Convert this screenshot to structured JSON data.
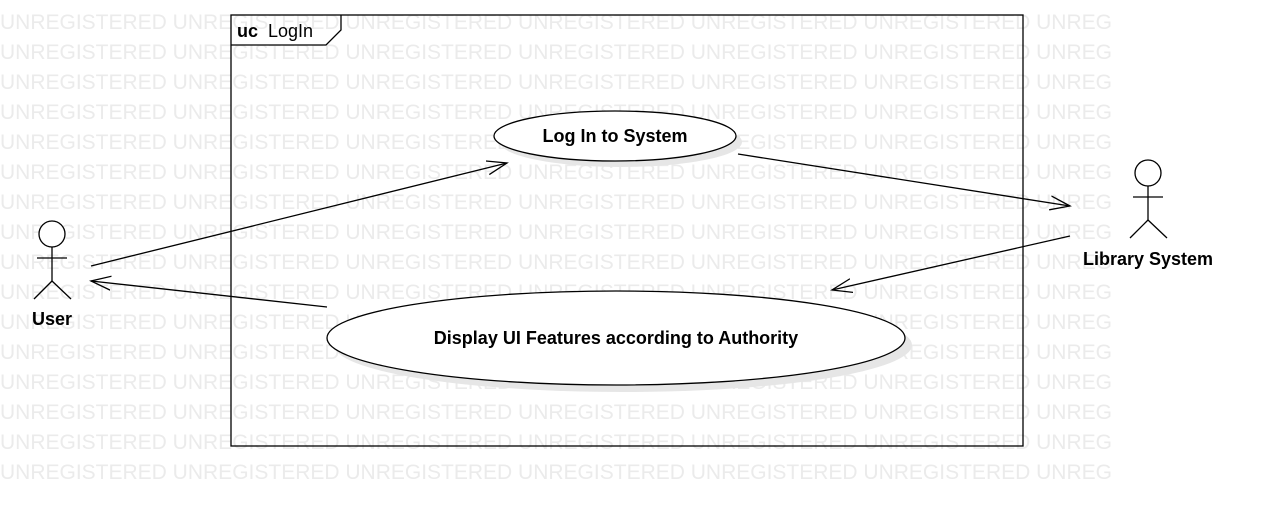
{
  "watermark": {
    "text": "UNREGISTERED UNREGISTERED UNREGISTERED UNREGISTERED UNREGISTERED UNREGISTERED UNREG"
  },
  "frame": {
    "keyword": "uc",
    "name": "LogIn"
  },
  "use_cases": {
    "login": "Log In to System",
    "display_ui": "Display UI Features according to Authority"
  },
  "actors": {
    "user": "User",
    "library_system": "Library System"
  },
  "colors": {
    "line": "#000000",
    "ellipse_fill": "#ffffff",
    "shadow": "#e6e6e6",
    "watermark": "#ebebeb"
  }
}
